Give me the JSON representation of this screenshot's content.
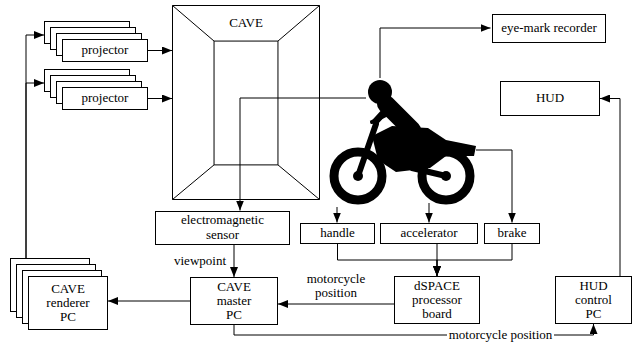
{
  "diagram": {
    "nodes": [
      {
        "text": [
          "projector"
        ]
      },
      {
        "text": [
          "projector"
        ]
      },
      {
        "text": [
          "CAVE"
        ]
      },
      {
        "text": [
          "eye-mark recorder"
        ]
      },
      {
        "text": [
          "HUD"
        ]
      },
      {
        "text": [
          "electromagnetic sensor"
        ]
      },
      {
        "text": [
          "handle"
        ]
      },
      {
        "text": [
          "accelerator"
        ]
      },
      {
        "text": [
          "brake"
        ]
      },
      {
        "text": [
          "CAVE renderer PC"
        ]
      },
      {
        "text": [
          "CAVE master PC"
        ]
      },
      {
        "text": [
          "dSPACE processor board"
        ]
      },
      {
        "text": [
          "HUD control PC"
        ]
      }
    ],
    "edges": [
      {
        "from": 0,
        "to": 2,
        "arrow": "to"
      },
      {
        "from": 1,
        "to": 2,
        "arrow": "to"
      },
      {
        "from": 9,
        "to": 0,
        "arrow": "to"
      },
      {
        "from": 9,
        "to": 1,
        "arrow": "to"
      },
      {
        "from": 5,
        "to": 10,
        "arrow": "to",
        "label": "viewpoint"
      },
      {
        "from": 6,
        "to": 11,
        "arrow": "to"
      },
      {
        "from": 7,
        "to": 11,
        "arrow": "to"
      },
      {
        "from": 8,
        "to": 11,
        "arrow": "to"
      },
      {
        "from": 11,
        "to": 10,
        "arrow": "to",
        "label": "motorcycle position"
      },
      {
        "from": 10,
        "to": 9,
        "arrow": "to"
      },
      {
        "from": 10,
        "to": 12,
        "arrow": "to",
        "label": "motorcycle position"
      },
      {
        "from": 12,
        "to": 4,
        "arrow": "to"
      }
    ]
  }
}
